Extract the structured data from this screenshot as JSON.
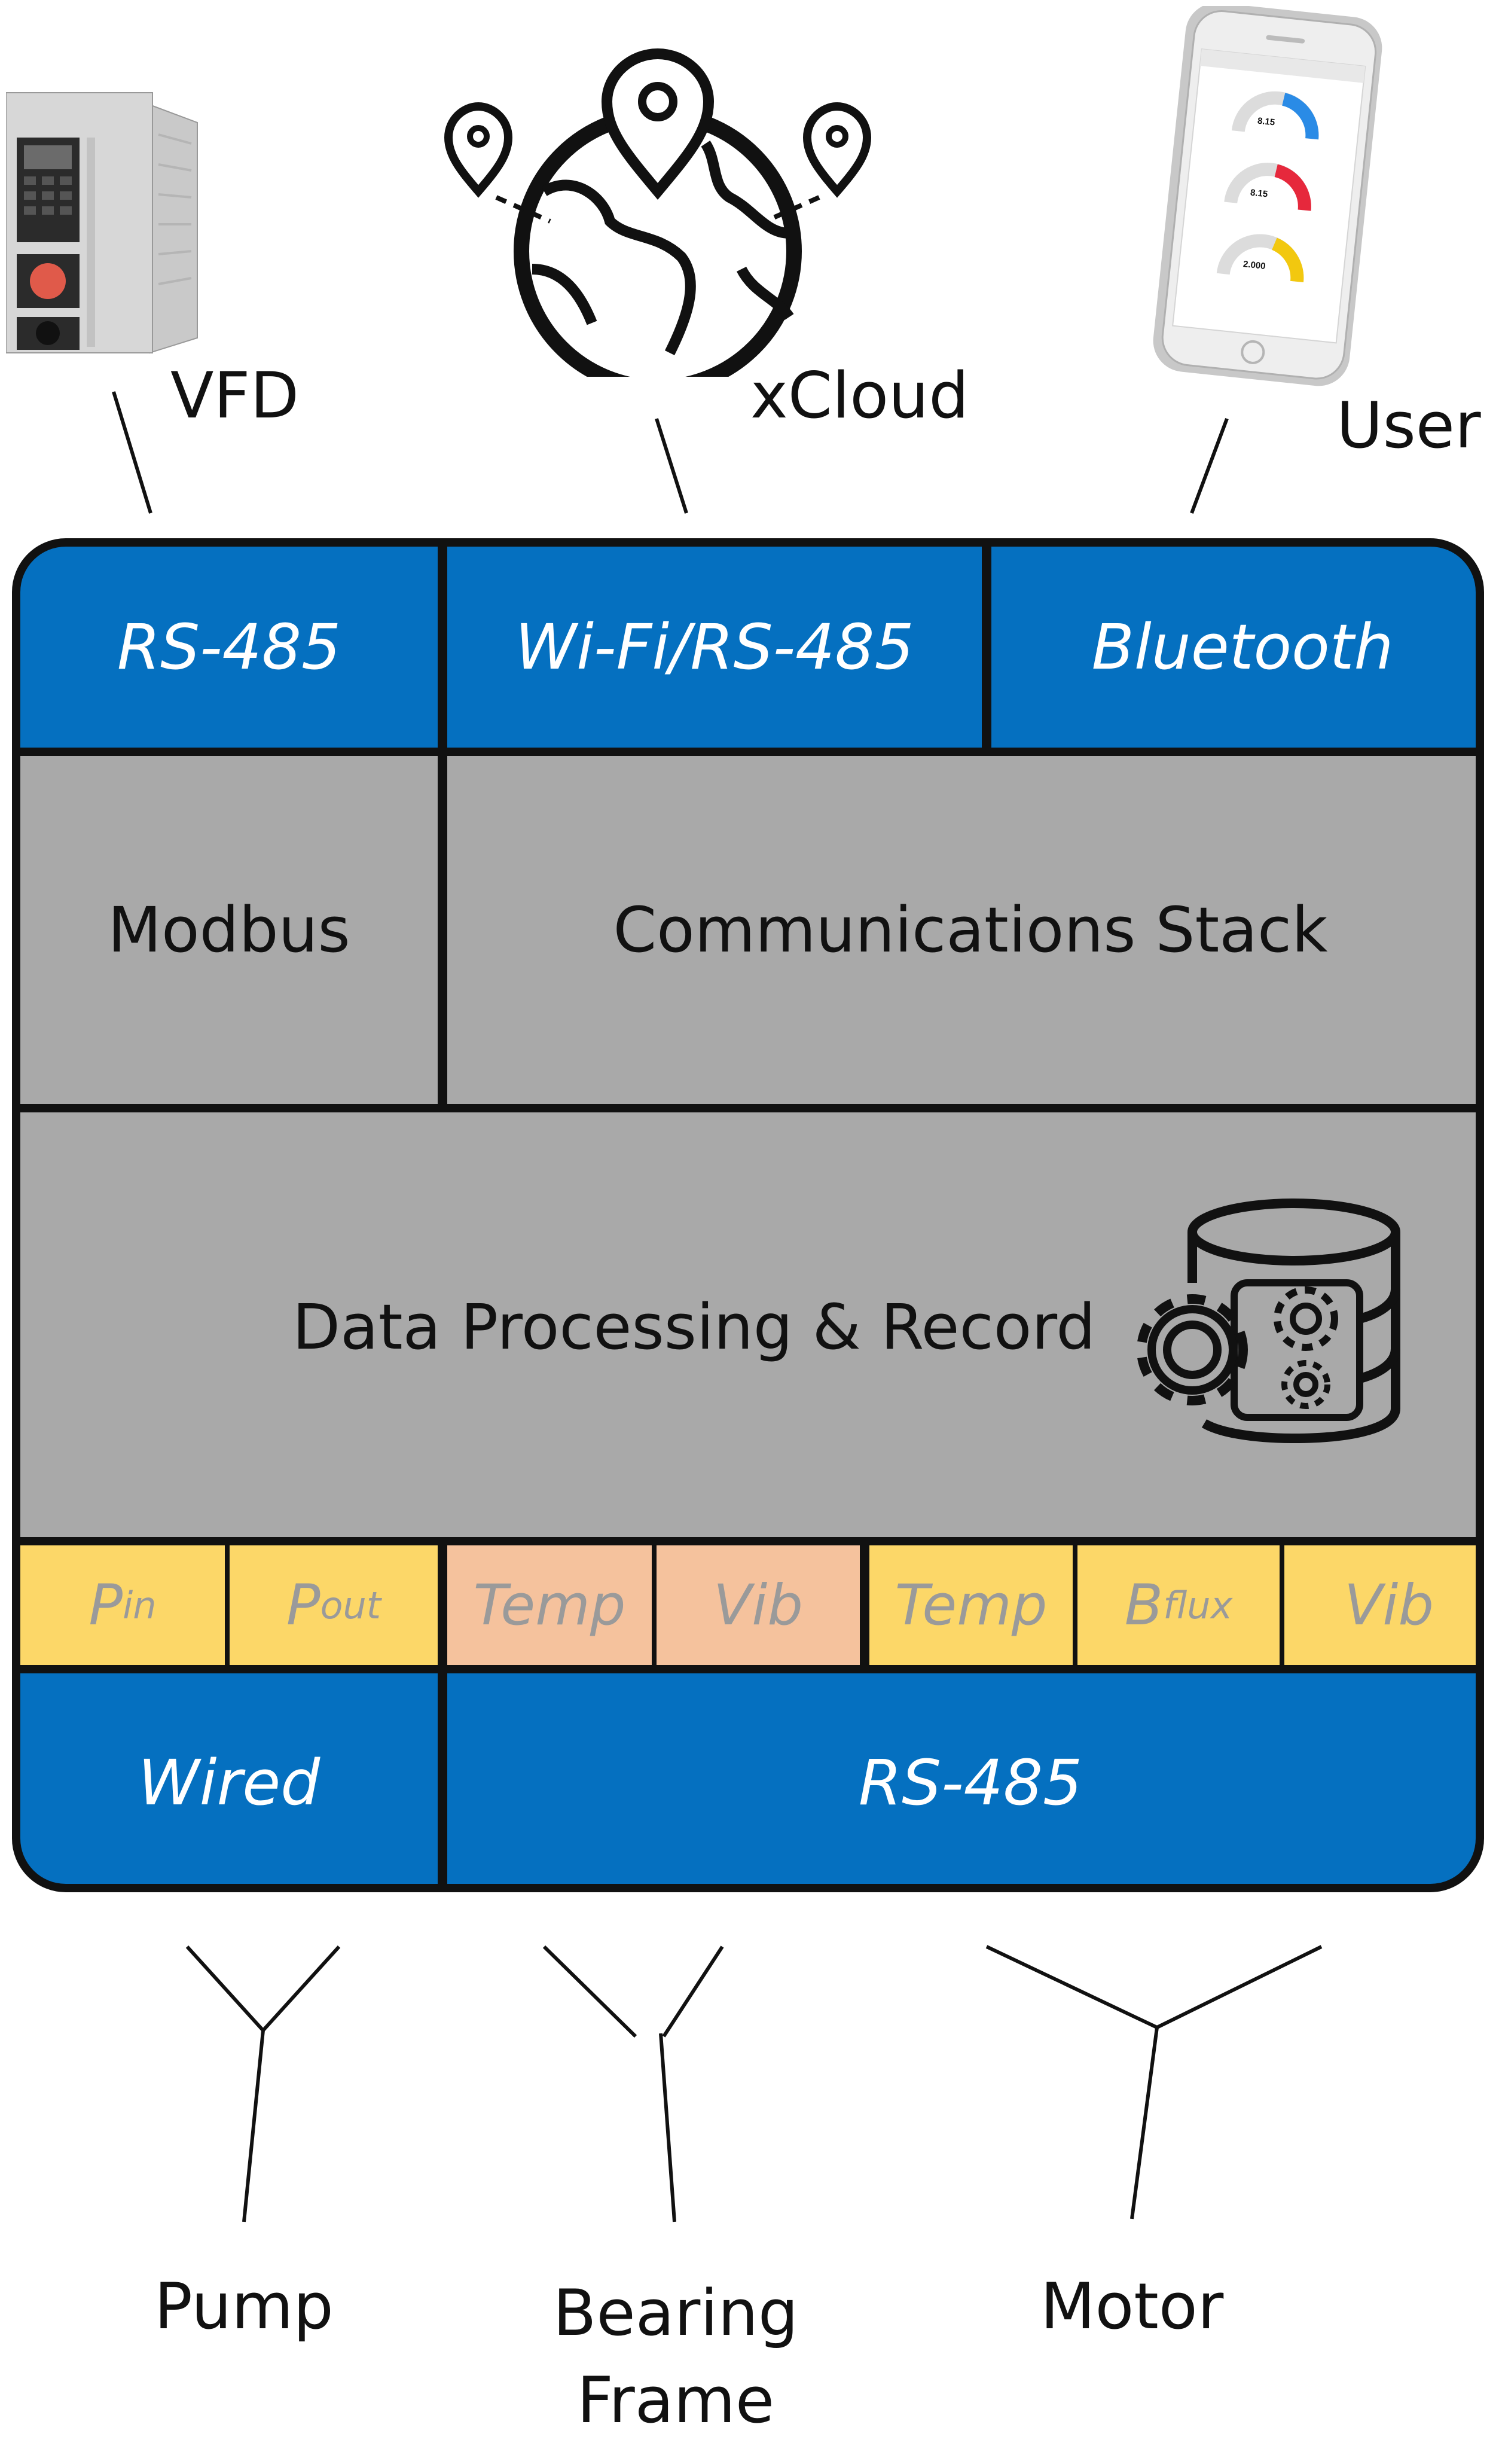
{
  "top_labels": {
    "vfd": "VFD",
    "cloud": "xCloud",
    "user": "User"
  },
  "interfaces_top": {
    "left": "RS-485",
    "middle": "Wi-Fi/RS-485",
    "right": "Bluetooth"
  },
  "protocols": {
    "left": "Modbus",
    "right": "Communications Stack"
  },
  "processing": {
    "label": "Data Processing & Record"
  },
  "sensors": [
    {
      "base": "P",
      "sub": "in",
      "group": "pump"
    },
    {
      "base": "P",
      "sub": "out",
      "group": "pump"
    },
    {
      "base": "Temp",
      "sub": "",
      "group": "bearing"
    },
    {
      "base": "Vib",
      "sub": "",
      "group": "bearing"
    },
    {
      "base": "Temp",
      "sub": "",
      "group": "motor"
    },
    {
      "base": "B",
      "sub": "flux",
      "group": "motor"
    },
    {
      "base": "Vib",
      "sub": "",
      "group": "motor"
    }
  ],
  "interfaces_bottom": {
    "left": "Wired",
    "right": "RS-485"
  },
  "bottom_labels": {
    "pump": "Pump",
    "bearing_line1": "Bearing",
    "bearing_line2": "Frame",
    "motor": "Motor"
  },
  "phone_gauges": [
    {
      "value": "8.15",
      "color": "#2a8be6"
    },
    {
      "value": "8.15",
      "color": "#e6283c"
    },
    {
      "value": "2.000",
      "color": "#f2c80f"
    }
  ],
  "colors": {
    "interface_blue": "#0570c0",
    "layer_gray": "#a9a9a9",
    "sensor_yellow": "#fcd768",
    "sensor_peach": "#f5c29d",
    "frame_black": "#111111"
  }
}
